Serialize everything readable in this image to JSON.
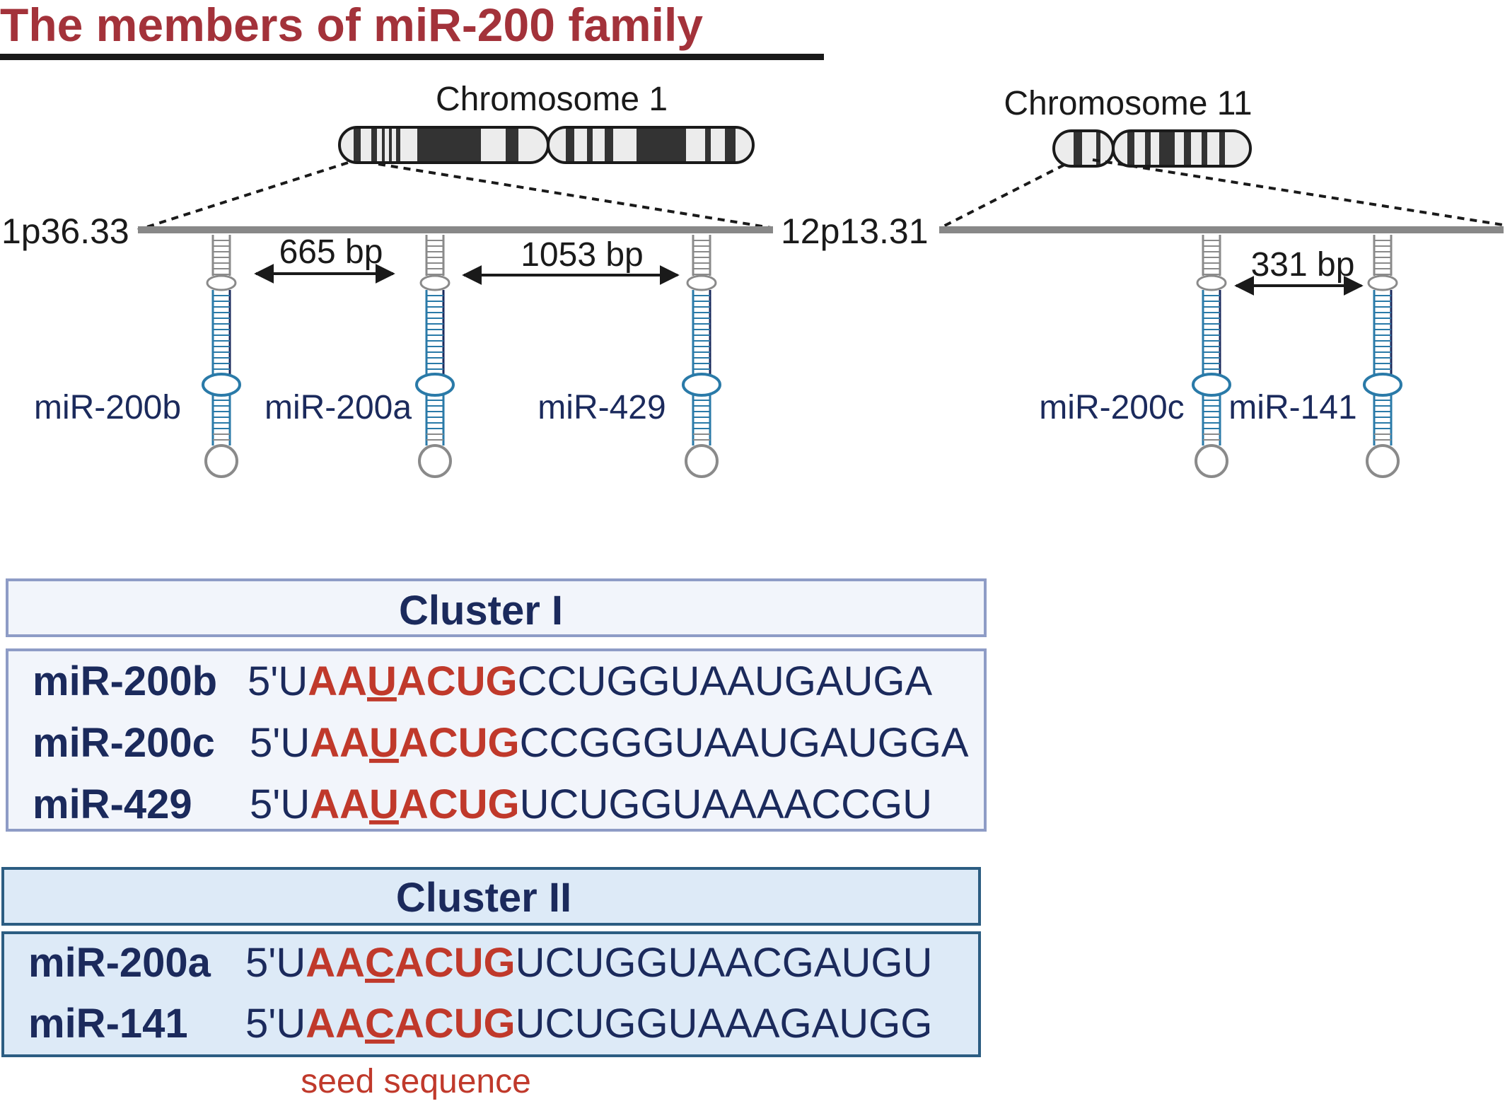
{
  "title": "The members of miR-200 family",
  "chromosomes": [
    {
      "label": "Chromosome 1",
      "locus": "1p36.33",
      "genes": [
        {
          "name": "miR-200b"
        },
        {
          "name": "miR-200a"
        },
        {
          "name": "miR-429"
        }
      ],
      "distances": [
        "665 bp",
        "1053 bp"
      ]
    },
    {
      "label": "Chromosome 11",
      "locus": "12p13.31",
      "genes": [
        {
          "name": "miR-200c"
        },
        {
          "name": "miR-141"
        }
      ],
      "distances": [
        "331 bp"
      ]
    }
  ],
  "clusters": [
    {
      "title": "Cluster I",
      "rows": [
        {
          "name": "miR-200b",
          "prefix": "5'U",
          "seed_pre": "AA",
          "seed_key": "U",
          "seed_post": "ACUG",
          "tail": "CCUGGUAAUGAUGA"
        },
        {
          "name": "miR-200c",
          "prefix": "5'U",
          "seed_pre": "AA",
          "seed_key": "U",
          "seed_post": "ACUG",
          "tail": "CCGGGUAAUGAUGGA"
        },
        {
          "name": "miR-429",
          "prefix": "5'U",
          "seed_pre": "AA",
          "seed_key": "U",
          "seed_post": "ACUG",
          "tail": "UCUGGUAAAACCGU"
        }
      ]
    },
    {
      "title": "Cluster II",
      "rows": [
        {
          "name": "miR-200a",
          "prefix": "5'U",
          "seed_pre": "AA",
          "seed_key": "C",
          "seed_post": "ACUG",
          "tail": "UCUGGUAACGAUGU"
        },
        {
          "name": "miR-141",
          "prefix": "5'U",
          "seed_pre": "AA",
          "seed_key": "C",
          "seed_post": "ACUG",
          "tail": "UCUGGUAAAGAUGG"
        }
      ]
    }
  ],
  "seed_label": "seed sequence",
  "colors": {
    "title": "#a3323a",
    "navy": "#1b2a5c",
    "seed": "#c0392b",
    "chromosome_line": "#888888",
    "cluster1_fill": "#f2f5fb",
    "cluster1_border": "#8e9cc6",
    "cluster2_fill": "#ddeaf7",
    "cluster2_border": "#2c5d82",
    "stem_blue": "#2a7aa8",
    "stem_gray": "#8a8a8a"
  }
}
